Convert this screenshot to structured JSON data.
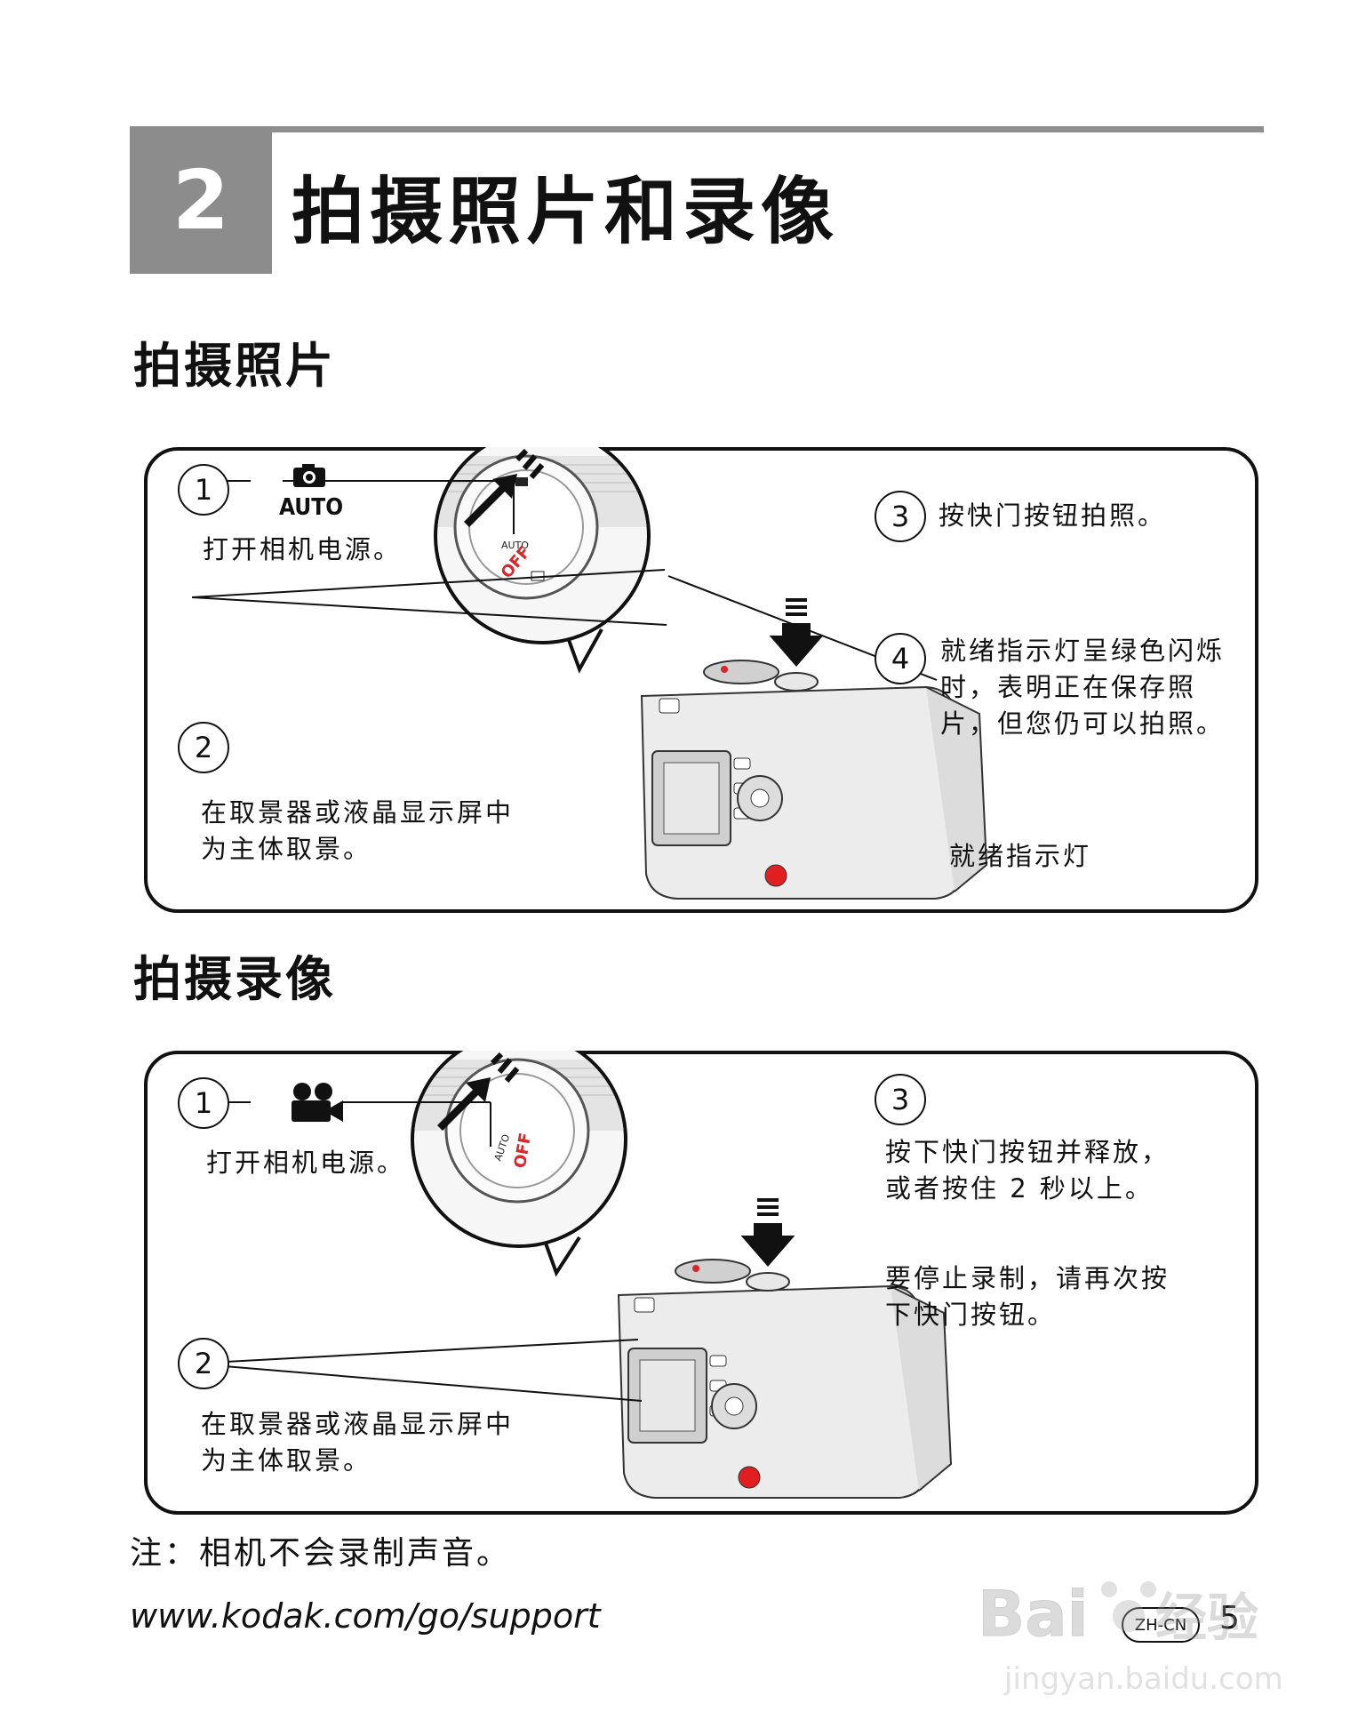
{
  "chapter": {
    "number": "2",
    "title": "拍摄照片和录像"
  },
  "photo_section": {
    "title": "拍摄照片",
    "step1": {
      "num": "1",
      "mode": "AUTO",
      "text": "打开相机电源。"
    },
    "step2": {
      "num": "2",
      "text_lines": [
        "在取景器或液晶显示屏中",
        "为主体取景。"
      ]
    },
    "step3": {
      "num": "3",
      "text": "按快门按钮拍照。"
    },
    "step4": {
      "num": "4",
      "text_lines": [
        "就绪指示灯呈绿色闪烁",
        "时，表明正在保存照",
        "片，但您仍可以拍照。"
      ]
    },
    "ready_light_label": "就绪指示灯",
    "dial_labels": {
      "auto": "AUTO",
      "off": "OFF"
    }
  },
  "video_section": {
    "title": "拍摄录像",
    "step1": {
      "num": "1",
      "text": "打开相机电源。"
    },
    "step2": {
      "num": "2",
      "text_lines": [
        "在取景器或液晶显示屏中",
        "为主体取景。"
      ]
    },
    "step3": {
      "num": "3",
      "text_lines": [
        "按下快门按钮并释放，",
        "或者按住 2 秒以上。"
      ],
      "stop_lines": [
        "要停止录制，请再次按",
        "下快门按钮。"
      ]
    },
    "dial_labels": {
      "auto": "AUTO",
      "off": "OFF"
    }
  },
  "note": "注：相机不会录制声音。",
  "footer": {
    "url": "www.kodak.com/go/support",
    "lang": "ZH-CN",
    "page": "5"
  },
  "watermark": {
    "brand": "Baidu经验",
    "site": "jingyan.baidu.com"
  },
  "colors": {
    "chapter_gray": "#8c8c8c",
    "off_red": "#d9262b",
    "shutter_red": "#e02020"
  }
}
